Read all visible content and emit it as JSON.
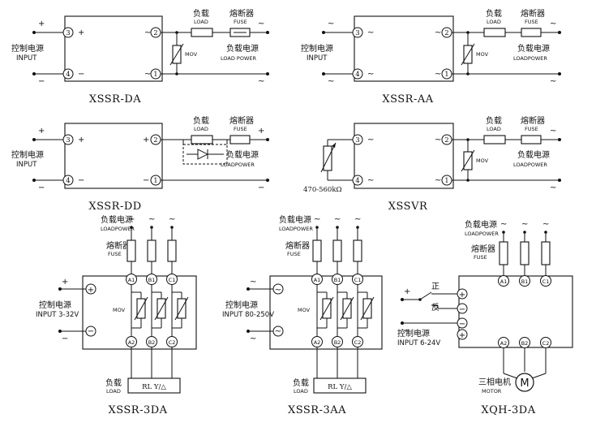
{
  "labels": {
    "load_cn": "负载",
    "load_en": "LOAD",
    "fuse_cn": "熔断器",
    "fuse_en": "FUSE",
    "load_power_cn": "负载电源",
    "load_power_en": "LOADPOWER",
    "load_power_en_spaced": "LOAD POWER",
    "control_cn": "控制电源",
    "input_en": "INPUT",
    "mov": "MOV",
    "ac": "~",
    "plus": "+",
    "minus": "−",
    "resistor_k": "470-560kΩ",
    "input_3_32": "INPUT 3-32V",
    "input_80_250": "INPUT 80-250V",
    "input_6_24": "INPUT 6-24V",
    "load_box": "RL Y/△",
    "forward": "正",
    "reverse": "反",
    "motor_cn": "三相电机",
    "motor_en": "MOTOR",
    "motor_symbol": "M"
  },
  "terminals": {
    "t1": "1",
    "t2": "2",
    "t3": "3",
    "t4": "4",
    "a1": "A1",
    "b1": "B1",
    "c1": "C1",
    "a2": "A2",
    "b2": "B2",
    "c2": "C2"
  },
  "captions": {
    "da": "XSSR-DA",
    "aa": "XSSR-AA",
    "dd": "XSSR-DD",
    "vr": "XSSVR",
    "da3": "XSSR-3DA",
    "aa3": "XSSR-3AA",
    "qh3": "XQH-3DA"
  }
}
